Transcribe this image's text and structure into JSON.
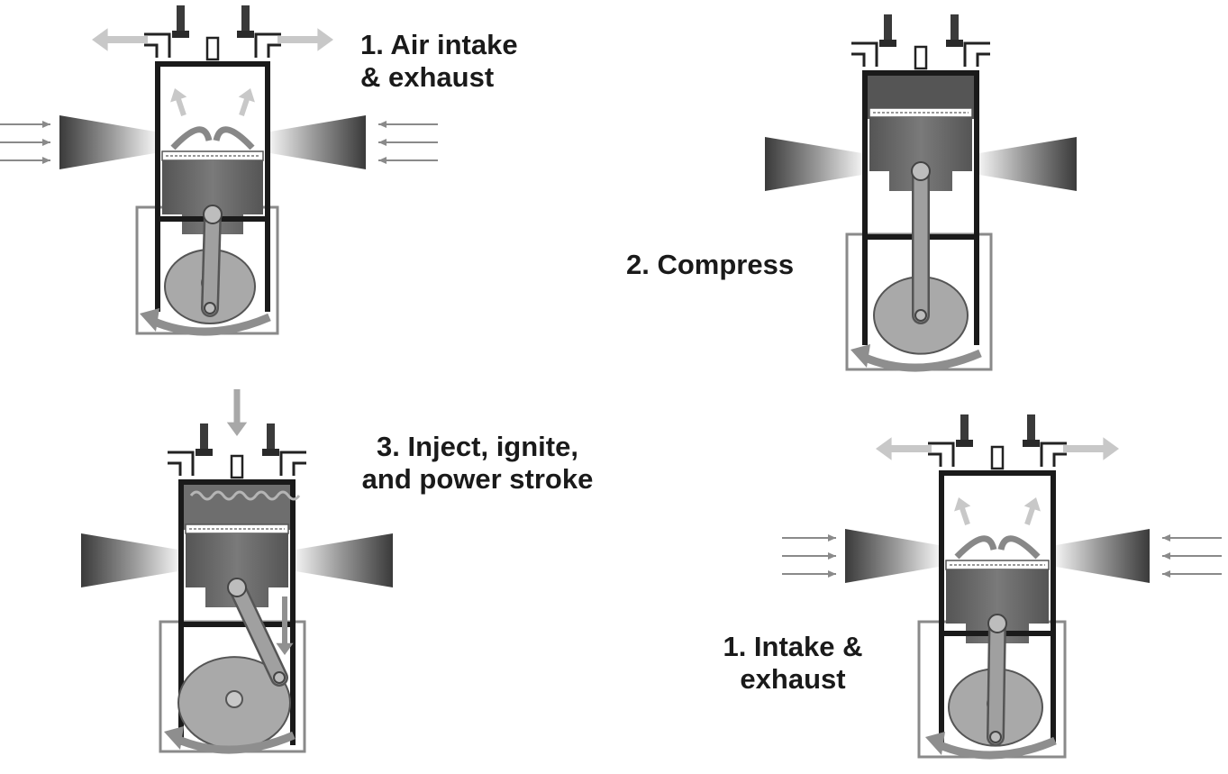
{
  "stages": [
    {
      "id": "stage-1",
      "lines": [
        "1. Air intake",
        "& exhaust"
      ]
    },
    {
      "id": "stage-2",
      "lines": [
        "2. Compress"
      ]
    },
    {
      "id": "stage-3",
      "lines": [
        "3. Inject, ignite,",
        "and power stroke"
      ]
    },
    {
      "id": "stage-4",
      "lines": [
        "1. Intake &",
        "exhaust"
      ]
    }
  ],
  "colors": {
    "cylinder_wall": "#1a1a1a",
    "piston": "#6b6b6b",
    "crank_disc": "#a9a9a9",
    "arrow_light": "#c8c8c8",
    "intake_arrow": "#8a8a8a"
  }
}
